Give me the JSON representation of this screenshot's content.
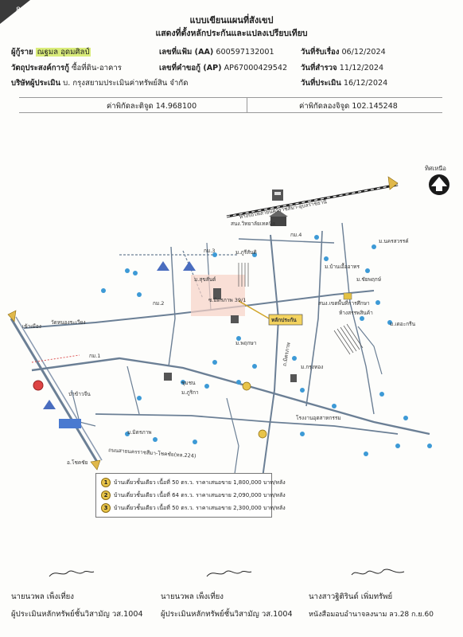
{
  "page_tag": "8",
  "title_line1": "แบบเขียนแผนที่สังเขป",
  "title_line2": "แสดงที่ตั้งหลักประกันและแปลงเปรียบเทียบ",
  "header": {
    "borrower_label": "ผู้กู้ราย",
    "borrower_name": "ณฐมล อุดมศิลป์",
    "purpose_label": "วัตถุประสงค์การกู้",
    "purpose_value": "ซื้อที่ดิน-อาคาร",
    "appraiser_label": "บริษัทผู้ประเมิน",
    "appraiser_value": "บ. กรุงสยามประเมินค่าทรัพย์สิน จำกัด",
    "file_no_label": "เลขที่แฟ้ม (AA)",
    "file_no_value": "600597132001",
    "request_no_label": "เลขที่คำขอกู้ (AP)",
    "request_no_value": "AP67000429542",
    "received_label": "วันที่รับเรื่อง",
    "received_value": "06/12/2024",
    "survey_label": "วันที่สำรวจ",
    "survey_value": "11/12/2024",
    "appraised_label": "วันที่ประเมิน",
    "appraised_value": "16/12/2024"
  },
  "coords": {
    "lat_label": "ค่าพิกัดละติจูด",
    "lat_value": "14.968100",
    "lon_label": "ค่าพิกัดลองจิจูด",
    "lon_value": "102.145248"
  },
  "map": {
    "north_label": "ทิศเหนือ",
    "labels": {
      "railway": "ทางรถไฟสายนครราชสีมา-อุบลราชธานี",
      "school": "สนง.วิทยาลัยเทคนิค",
      "soi3": "กม.3",
      "soi4": "กม.4",
      "km2": "กม.2",
      "km1": "กม.1",
      "village_a": "ม.ภูรีสันติ",
      "village_b": "ม.สุขสันต์",
      "collateral": "หลักประกัน",
      "road_west": "เข้าเมือง",
      "market": "ป่าข้าวจีน",
      "temple": "วัดหนองระเวียง",
      "highway": "ถนนสายนครราชสีมา-โชคชัย(ทล.224)",
      "to_chokchai": "อ.โชคชัย",
      "hwd": "ถ.มิตรภาพ",
      "village_c": "ม.พฤกษา",
      "village_d": "ม.ภูริกา",
      "village_e": "ม.กรุงทอง",
      "village_f": "ม.นครสวรรค์",
      "village_g": "ม.บ้านเอื้ออาทร",
      "village_h": "ม.ชัยพฤกษ์",
      "dept": "สนง.เขตพื้นที่การศึกษา",
      "factory": "โรงงานอุตสาหกรรม",
      "kmh": "ม.เดอะกรีน",
      "store": "ห้างสรรพสินค้า",
      "mk": "ม.มิตรภาพ",
      "soi_small": "ซ.มิตรภาพ 39/1",
      "smallmap": "ชุมชน"
    }
  },
  "legend": {
    "items": [
      {
        "n": "1",
        "text": "บ้านเดี่ยวชั้นเดียว เนื้อที่ 50 ตร.ว. ราคาเสนอขาย 1,800,000 บาท/หลัง"
      },
      {
        "n": "2",
        "text": "บ้านเดี่ยวชั้นเดียว เนื้อที่ 64 ตร.ว. ราคาเสนอขาย 2,090,000 บาท/หลัง"
      },
      {
        "n": "3",
        "text": "บ้านเดี่ยวชั้นเดียว เนื้อที่ 50 ตร.ว. ราคาเสนอขาย 2,300,000 บาท/หลัง"
      }
    ]
  },
  "signatures": [
    {
      "name": "นายนวพล เพ็งเที่ยง",
      "role": "ผู้ประเมินหลักทรัพย์ชั้นวิสามัญ วส.1004"
    },
    {
      "name": "นายนวพล เพ็งเที่ยง",
      "role": "ผู้ประเมินหลักทรัพย์ชั้นวิสามัญ วส.1004"
    },
    {
      "name": "นางสาวฐิติรินด์ เพิ่มทรัพย์",
      "role": "หนังสือมอบอำนาจลงนาม ลว.28 ก.ย.60"
    }
  ]
}
